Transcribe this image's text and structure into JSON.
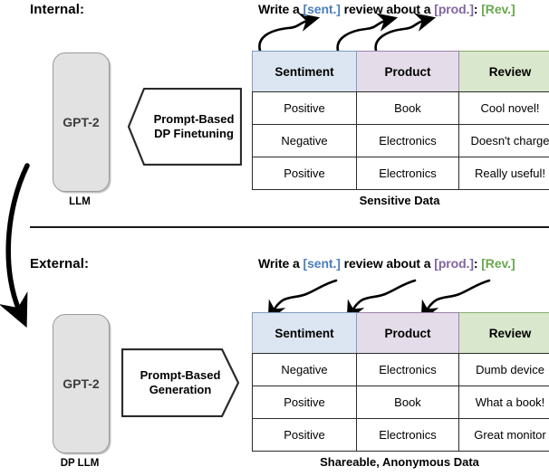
{
  "figure": {
    "colors": {
      "token_sentiment": "#4a7ebb",
      "token_product": "#8064a2",
      "token_review": "#6aa84f",
      "header_sentiment_fill": "#dce6f2",
      "header_product_fill": "#e5dcea",
      "header_review_fill": "#d9e8cd",
      "llm_box_fill": "#e2e2e2",
      "arrow_stroke": "#000000"
    }
  },
  "panels": [
    {
      "id": "internal",
      "section_label": "Internal:",
      "llm": {
        "box_text": "GPT-2",
        "caption": "LLM"
      },
      "callout": {
        "line1": "Prompt-Based",
        "line2": "DP Finetuning",
        "direction": "points-left"
      },
      "prompt": {
        "prefix": "Write a ",
        "token_sentiment": "[sent.]",
        "middle": " review about a ",
        "token_product": "[prod.]",
        "separator": ": ",
        "token_review": "[Rev.]"
      },
      "table": {
        "caption": "Sensitive Data",
        "headers": [
          "Sentiment",
          "Product",
          "Review"
        ],
        "rows": [
          [
            "Positive",
            "Book",
            "Cool novel!"
          ],
          [
            "Negative",
            "Electronics",
            "Doesn't charge"
          ],
          [
            "Positive",
            "Electronics",
            "Really useful!"
          ]
        ]
      },
      "arrows_direction": "table-to-prompt"
    },
    {
      "id": "external",
      "section_label": "External:",
      "llm": {
        "box_text": "GPT-2",
        "caption": "DP LLM"
      },
      "callout": {
        "line1": "Prompt-Based",
        "line2": "Generation",
        "direction": "points-right"
      },
      "prompt": {
        "prefix": "Write a ",
        "token_sentiment": "[sent.]",
        "middle": " review about a ",
        "token_product": "[prod.]",
        "separator": ": ",
        "token_review": "[Rev.]"
      },
      "table": {
        "caption": "Shareable, Anonymous Data",
        "headers": [
          "Sentiment",
          "Product",
          "Review"
        ],
        "rows": [
          [
            "Negative",
            "Electronics",
            "Dumb device"
          ],
          [
            "Positive",
            "Book",
            "What a book!"
          ],
          [
            "Positive",
            "Electronics",
            "Great monitor"
          ]
        ]
      },
      "arrows_direction": "prompt-to-table"
    }
  ]
}
